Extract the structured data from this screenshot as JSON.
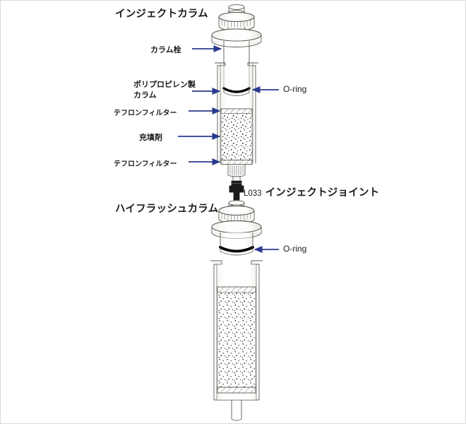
{
  "figure": {
    "background_color": "#ffffff",
    "border_color": "#d9d9d9",
    "arrow_color": "#2b3a8f",
    "outline_color": "#5a5a52",
    "oring_color": "#000000",
    "packing_color": "#2b2b2b"
  },
  "sections": {
    "inject_column": {
      "title": "インジェクトカラム",
      "labels": {
        "plug": "カラム栓",
        "column_body_line1": "ポリプロピレン製",
        "column_body_line2": "カラム",
        "filter_top": "テフロンフィルター",
        "packing": "充填剤",
        "filter_bottom": "テフロンフィルター",
        "oring": "O-ring"
      }
    },
    "joint": {
      "code": "L033",
      "name": "インジェクトジョイント"
    },
    "high_flash_column": {
      "title": "ハイフラッシュカラム",
      "labels": {
        "oring": "O-ring"
      }
    }
  },
  "icons": {
    "arrow": "arrow-right-icon",
    "knurled_cap": "knurled-cap-icon",
    "oring_band": "oring-band-icon",
    "fitting": "hex-fitting-icon"
  }
}
